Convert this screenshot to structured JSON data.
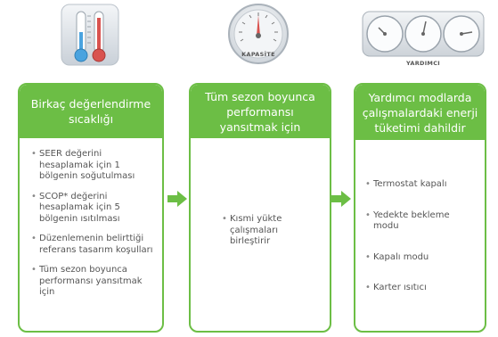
{
  "icons": {
    "thermometer": "thermometer-icon",
    "gauge": "gauge-icon",
    "dials": "dials-icon",
    "gauge_caption": "KAPASİTE",
    "dials_caption": "YARDIMCI"
  },
  "colors": {
    "accent": "#6cbe45",
    "hot": "#d9534f",
    "cold": "#4aa3df"
  },
  "cards": [
    {
      "title": "Birkaç değerlendirme sıcaklığı",
      "items": [
        "SEER değerini hesaplamak için 1 bölgenin soğutulması",
        "SCOP* değerini hesaplamak için 5 bölgenin ısıtılması",
        "Düzenlemenin belirttiği referans tasarım koşulları",
        "Tüm sezon boyunca performansı yansıtmak için"
      ]
    },
    {
      "title": "Tüm sezon boyunca performansı yansıtmak için",
      "items": [
        "Kısmi yükte çalışmaları birleştirir"
      ]
    },
    {
      "title": "Yardımcı modlarda çalışmalardaki enerji tüketimi dahildir",
      "items": [
        "Termostat kapalı",
        "Yedekte bekleme modu",
        "Kapalı modu",
        "Karter ısıtıcı"
      ]
    }
  ]
}
